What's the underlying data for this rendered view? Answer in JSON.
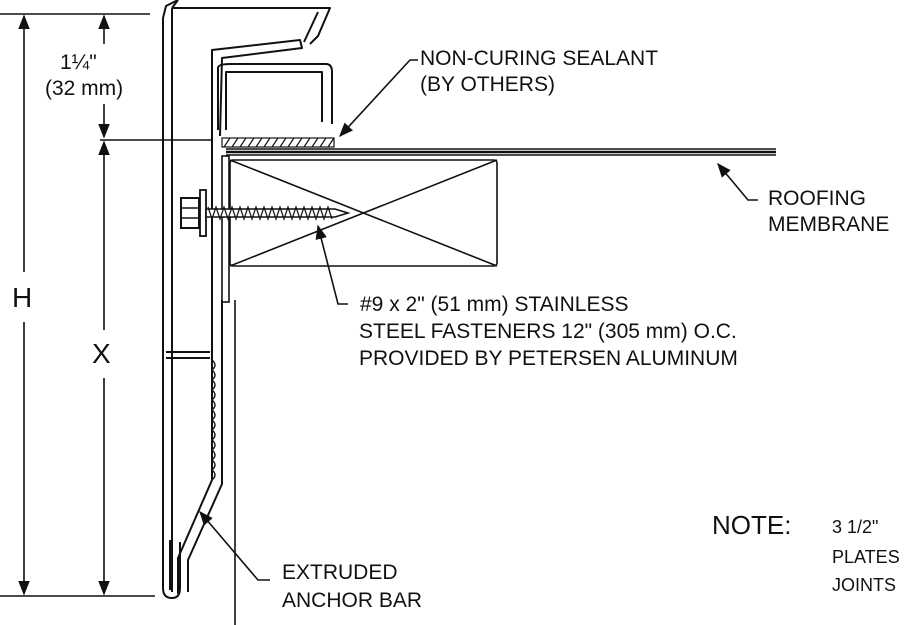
{
  "dimensions": {
    "h_label": "H",
    "x_label": "X",
    "offset_fraction": "1¼\"",
    "offset_metric": "(32 mm)"
  },
  "labels": {
    "sealant": [
      "NON-CURING SEALANT",
      "(BY OTHERS)"
    ],
    "membrane": [
      "ROOFING",
      "MEMBRANE"
    ],
    "fasteners": [
      "#9 x 2\" (51 mm) STAINLESS",
      "STEEL FASTENERS 12\" (305 mm) O.C.",
      "PROVIDED BY PETERSEN ALUMINUM"
    ],
    "anchor_bar": [
      "EXTRUDED",
      "ANCHOR BAR"
    ]
  },
  "note": {
    "heading": "NOTE:",
    "lines": [
      "3 1/2\"",
      "PLATES",
      "JOINTS"
    ]
  }
}
